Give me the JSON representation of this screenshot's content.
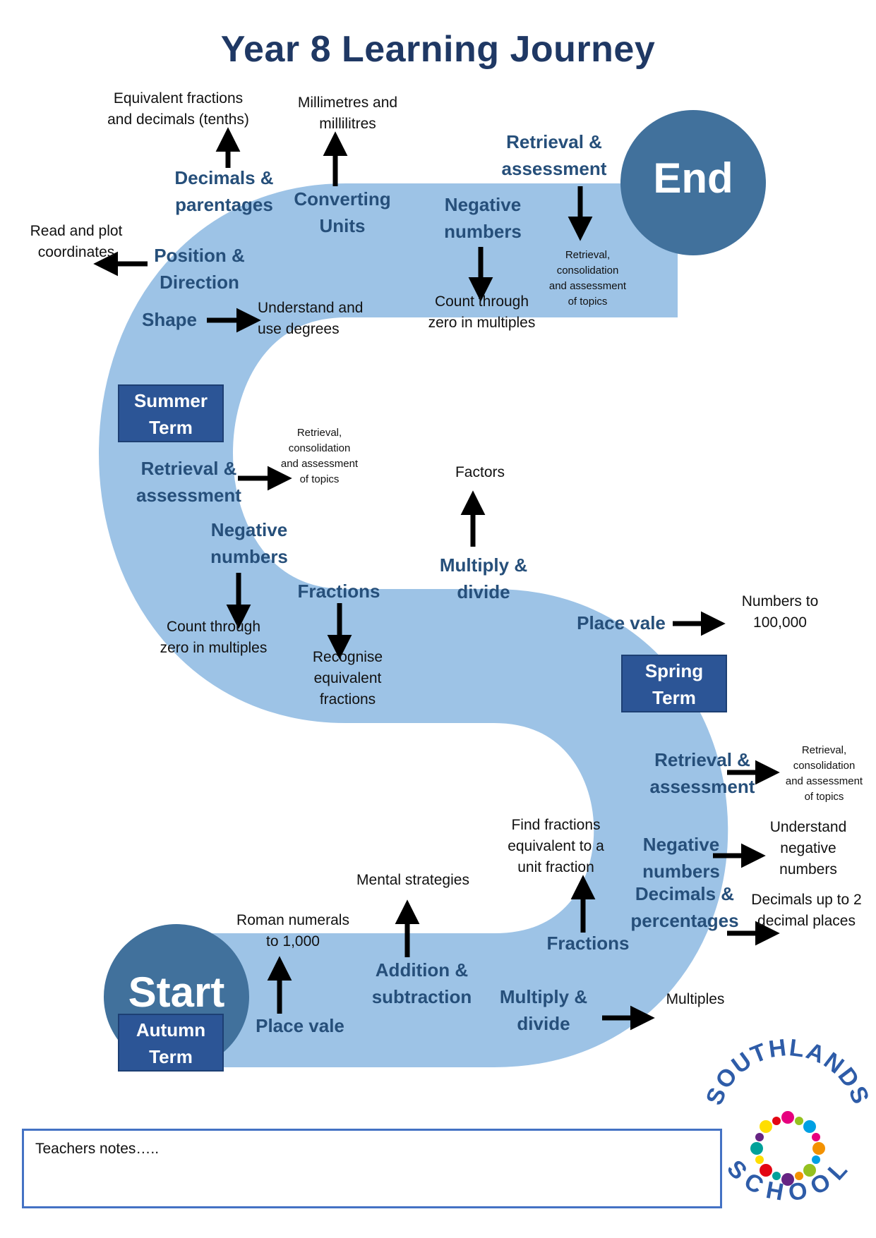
{
  "title": "Year 8 Learning Journey",
  "colors": {
    "path": "#9dc3e6",
    "circle": "#41719c",
    "term_box": "#2c5596",
    "topic_text": "#264f7a",
    "title": "#1f3864",
    "notes_border": "#4472c4"
  },
  "start": {
    "label": "Start"
  },
  "end": {
    "label": "End"
  },
  "terms": {
    "autumn": "Autumn\nTerm",
    "spring": "Spring\nTerm",
    "summer": "Summer\nTerm"
  },
  "autumn": {
    "place_value": {
      "topic": "Place vale",
      "note": "Roman numerals\nto 1,000"
    },
    "addition": {
      "topic": "Addition &\nsubtraction",
      "note": "Mental strategies"
    },
    "multiply": {
      "topic": "Multiply &\ndivide",
      "note": "Multiples"
    },
    "fractions": {
      "topic": "Fractions",
      "note": "Find fractions\nequivalent to a\nunit fraction"
    },
    "decimals": {
      "topic": "Decimals &\npercentages",
      "note": "Decimals up to 2\ndecimal places"
    },
    "negative": {
      "topic": "Negative\nnumbers",
      "note": "Understand\nnegative\nnumbers"
    },
    "retrieval": {
      "topic": "Retrieval &\nassessment",
      "note": "Retrieval,\nconsolidation\nand assessment\nof topics"
    }
  },
  "spring": {
    "place_value": {
      "topic": "Place vale",
      "note": "Numbers to\n100,000"
    },
    "multiply": {
      "topic": "Multiply &\ndivide",
      "note": "Factors"
    },
    "fractions": {
      "topic": "Fractions",
      "note": "Recognise\nequivalent\nfractions"
    },
    "negative": {
      "topic": "Negative\nnumbers",
      "note": "Count through\nzero in multiples"
    },
    "retrieval": {
      "topic": "Retrieval &\nassessment",
      "note": "Retrieval,\nconsolidation\nand assessment\nof topics"
    }
  },
  "summer": {
    "shape": {
      "topic": "Shape",
      "note": "Understand and\nuse degrees"
    },
    "position": {
      "topic": "Position &\nDirection",
      "note": "Read and plot\ncoordinates"
    },
    "decimals": {
      "topic": "Decimals &\nparentages",
      "note": "Equivalent fractions\nand decimals (tenths)"
    },
    "converting": {
      "topic": "Converting\nUnits",
      "note": "Millimetres and\nmillilitres"
    },
    "negative": {
      "topic": "Negative\nnumbers",
      "note": "Count through\nzero in multiples"
    },
    "retrieval": {
      "topic": "Retrieval &\nassessment",
      "note": "Retrieval,\nconsolidation\nand assessment\nof topics"
    }
  },
  "teachers_notes": {
    "label": "Teachers notes….."
  },
  "logo": {
    "text": "SOUTHLANDS SCHOOL"
  }
}
